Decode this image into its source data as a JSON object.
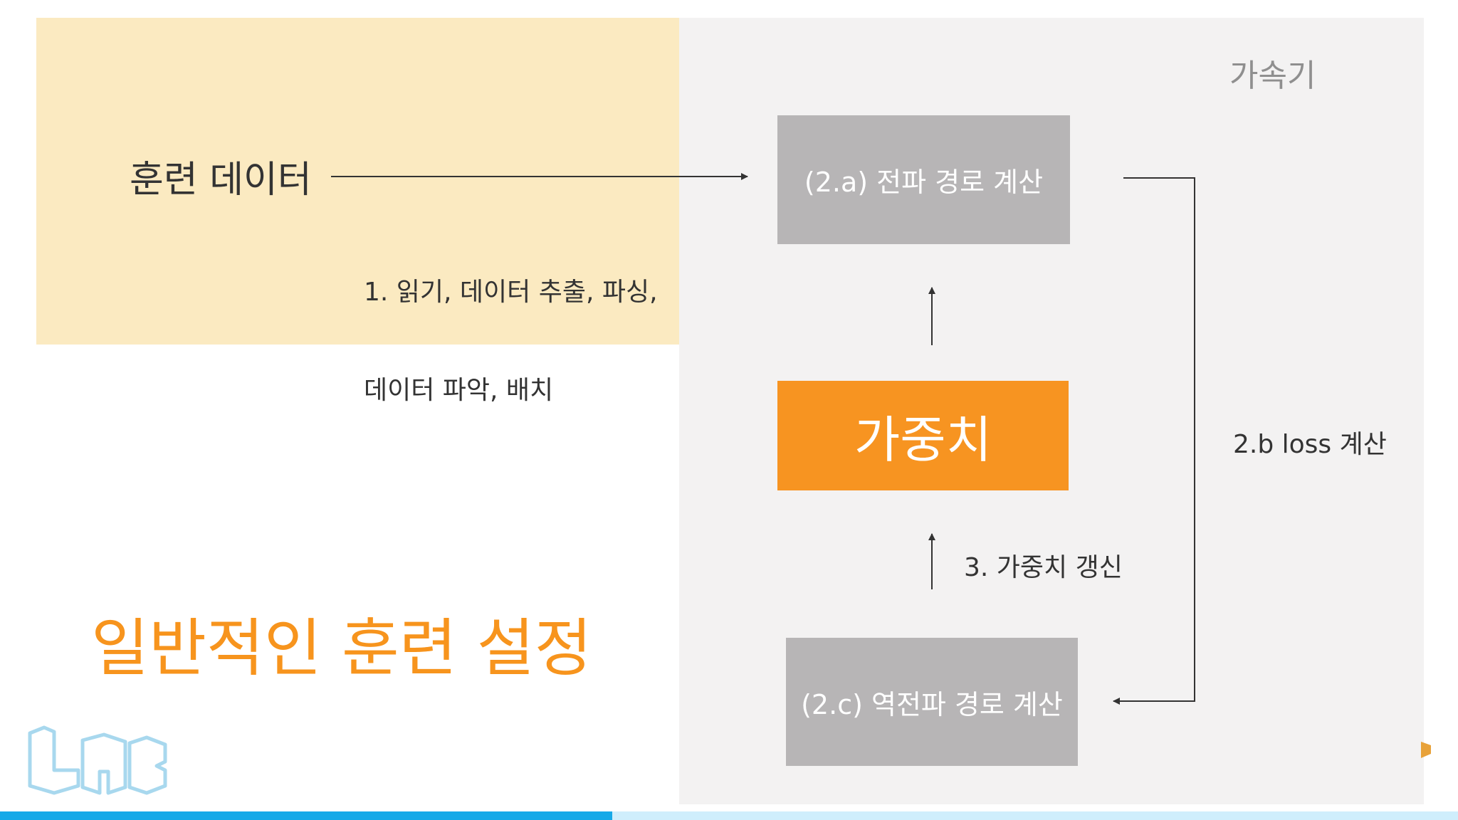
{
  "diagram": {
    "accelerator_label": "가속기",
    "training_data_label": "훈련 데이터",
    "read_step_line1": "1. 읽기, 데이터 추출, 파싱,",
    "read_step_line2": "데이터 파악, 배치",
    "forward_box": "(2.a) 전파 경로 계산",
    "weights_box": "가중치",
    "update_step": "3. 가중치 갱신",
    "backward_box": "(2.c) 역전파 경로 계산",
    "loss_step": "2.b loss 계산",
    "title": "일반적인 훈련 설정"
  },
  "colors": {
    "host_panel": "#fbeac1",
    "accelerator_panel": "#f3f2f2",
    "gray_box": "#b7b5b6",
    "weights_box": "#f79421",
    "title": "#f7941d",
    "progress": "#16a9e8"
  },
  "video": {
    "progress_fraction": 0.42
  },
  "icons": [
    "lab-logo-icon",
    "play-edge-icon"
  ]
}
